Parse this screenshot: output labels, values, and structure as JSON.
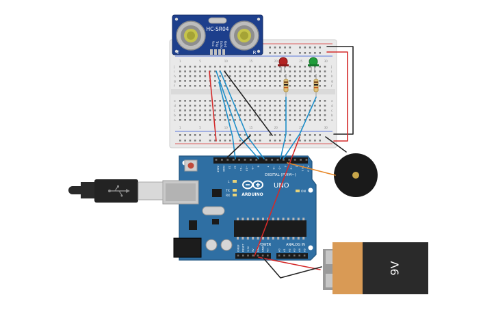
{
  "sensor": {
    "model": "HC-SR04",
    "left_mark": "T",
    "right_mark": "R",
    "pins": [
      "Vcc",
      "Trig",
      "Echo",
      "Gnd"
    ]
  },
  "arduino": {
    "logo": "ARDUINO",
    "model": "UNO",
    "digital_header": "DIGITAL (PWM~)",
    "power_label": "POWER",
    "analog_label": "ANALOG IN",
    "on_label": "ON",
    "led_l": "L",
    "led_tx": "TX",
    "led_rx": "RX",
    "digital_pins": [
      "AREF",
      "GND",
      "13",
      "12",
      "~11",
      "~10",
      "~9",
      "8",
      "7",
      "~6",
      "~5",
      "4",
      "~3",
      "2",
      "TX 1",
      "RX 0"
    ],
    "power_pins": [
      "IOREF",
      "RESET",
      "3.3V",
      "5V",
      "GND",
      "GND",
      "Vin"
    ],
    "analog_pins": [
      "A0",
      "A1",
      "A2",
      "A3",
      "A4",
      "A5"
    ]
  },
  "battery": {
    "label": "9V"
  },
  "breadboard": {
    "row_letters": [
      "a",
      "b",
      "c",
      "d",
      "e",
      "f",
      "g",
      "h",
      "i",
      "j"
    ],
    "column_numbers": [
      "1",
      "5",
      "10",
      "15",
      "20",
      "25",
      "30"
    ]
  },
  "colors": {
    "board": "#2f6fa3",
    "wire_red": "#d42a2a",
    "wire_black": "#222222",
    "wire_blue": "#1f8fc9",
    "wire_orange": "#e8892a",
    "led_red": "#b32222",
    "led_green": "#1f9c3a",
    "battery_body": "#d99a55",
    "battery_cap": "#2a2a2a"
  }
}
